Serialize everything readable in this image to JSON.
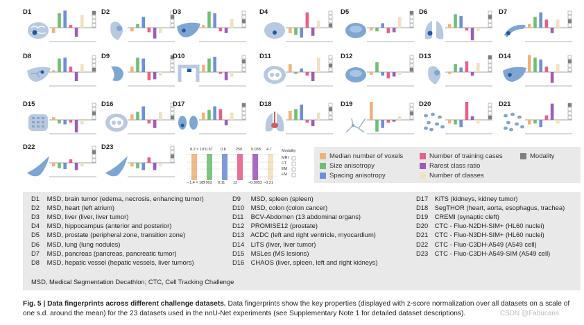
{
  "figure": {
    "datasets_grid": [
      {
        "id": "D1",
        "organ": "brain",
        "v": [
          -0.6,
          1.6,
          1.9,
          0.3,
          -1.0,
          1.4,
          0.9
        ]
      },
      {
        "id": "D2",
        "organ": "heart",
        "v": [
          -0.4,
          0.4,
          1.2,
          -0.5,
          -1.2,
          -0.6,
          0.6
        ]
      },
      {
        "id": "D3",
        "organ": "liver",
        "v": [
          0.3,
          1.8,
          1.6,
          -0.4,
          -0.6,
          1.0,
          0.9
        ]
      },
      {
        "id": "D4",
        "organ": "hippocampus",
        "v": [
          -0.6,
          -0.8,
          -1.1,
          1.7,
          -0.9,
          0.8,
          0.5
        ]
      },
      {
        "id": "D5",
        "organ": "prostate",
        "v": [
          -0.3,
          -0.4,
          0.5,
          -0.6,
          -0.5,
          1.2,
          0.7
        ]
      },
      {
        "id": "D6",
        "organ": "lung",
        "v": [
          0.4,
          1.5,
          1.3,
          -0.3,
          -1.4,
          -0.4,
          0.4
        ]
      },
      {
        "id": "D7",
        "organ": "pancreas",
        "v": [
          0.4,
          1.2,
          1.7,
          0.9,
          -0.6,
          0.9,
          0.7
        ]
      },
      {
        "id": "D8",
        "organ": "hepatic-vessel",
        "v": [
          0.2,
          1.5,
          1.6,
          0.6,
          -1.0,
          0.9,
          0.7
        ]
      },
      {
        "id": "D9",
        "organ": "spleen",
        "v": [
          0.6,
          1.6,
          1.5,
          -0.9,
          -0.8,
          -0.4,
          0.4
        ]
      },
      {
        "id": "D10",
        "organ": "colon",
        "v": [
          0.8,
          1.5,
          1.7,
          -0.2,
          -0.9,
          -0.5,
          0.4
        ]
      },
      {
        "id": "D11",
        "organ": "abdomen",
        "v": [
          0.9,
          -0.2,
          0.4,
          -0.4,
          -1.0,
          1.6,
          1.8
        ]
      },
      {
        "id": "D12",
        "organ": "prostate2",
        "v": [
          -0.3,
          1.1,
          -0.4,
          -0.7,
          -0.5,
          -0.3,
          0.4
        ]
      },
      {
        "id": "D13",
        "organ": "heart2",
        "v": [
          -0.2,
          0.9,
          0.5,
          1.2,
          -0.4,
          1.0,
          0.8
        ]
      },
      {
        "id": "D14",
        "organ": "liver2",
        "v": [
          1.9,
          1.6,
          1.4,
          0.6,
          -1.2,
          0.9,
          0.7
        ]
      },
      {
        "id": "D15",
        "organ": "ms",
        "v": [
          0.3,
          -0.4,
          -0.5,
          -0.3,
          -1.4,
          -0.5,
          0.4
        ]
      },
      {
        "id": "D16",
        "organ": "chaos",
        "v": [
          0.6,
          0.9,
          1.5,
          -0.4,
          -0.9,
          0.9,
          1.0
        ]
      },
      {
        "id": "D17",
        "organ": "kidney",
        "v": [
          0.8,
          1.1,
          1.5,
          1.2,
          -0.6,
          0.8,
          0.7
        ]
      },
      {
        "id": "D18",
        "organ": "thorax",
        "v": [
          1.0,
          1.2,
          1.7,
          -0.3,
          -0.7,
          0.8,
          0.9
        ]
      },
      {
        "id": "D19",
        "organ": "neuron",
        "v": [
          2.0,
          -1.3,
          -0.9,
          -0.3,
          -0.2,
          0.4,
          0.4
        ]
      },
      {
        "id": "D20",
        "organ": "cells",
        "v": [
          -0.4,
          -0.5,
          -0.8,
          2.0,
          0.4,
          -0.4,
          0.4
        ]
      },
      {
        "id": "D21",
        "organ": "cells2",
        "v": [
          -0.5,
          -0.4,
          -0.8,
          0.5,
          1.8,
          -0.4,
          0.4
        ]
      },
      {
        "id": "D22",
        "organ": "cell-shape",
        "v": [
          -0.4,
          -0.6,
          -0.7,
          0.4,
          -0.8,
          -0.4,
          0.4
        ]
      },
      {
        "id": "D23",
        "organ": "cell-shape2",
        "v": [
          -0.4,
          -0.6,
          -0.8,
          0.6,
          -0.8,
          -0.4,
          0.4
        ]
      }
    ],
    "example": {
      "top_values": [
        "8.2 × 10⁷",
        "0.67",
        "0.8",
        "250",
        "0.038",
        "4.7"
      ],
      "bottom_values": [
        "−1.4 × 10⁶",
        "0.003",
        "0.11",
        "13",
        "−0.0052",
        "−0.21"
      ],
      "modality_title": "Modality",
      "modalities": [
        "MRI",
        "CT",
        "EM",
        "FM"
      ]
    },
    "legend": {
      "items": [
        {
          "label": "Median number of voxels",
          "color": "#f0b27a"
        },
        {
          "label": "Number of training cases",
          "color": "#e8608a"
        },
        {
          "label": "Modality",
          "color": "#7f7f7f"
        },
        {
          "label": "Size anisotropy",
          "color": "#6fbf73"
        },
        {
          "label": "Rarest class ratio",
          "color": "#a05bb8"
        },
        {
          "label": "Spacing anisotropy",
          "color": "#6f8fd6"
        },
        {
          "label": "Number of classes",
          "color": "#efe2c0"
        }
      ]
    },
    "datasets_table": {
      "rows": [
        {
          "id": "D1",
          "desc": "MSD, brain tumor (edema, necrosis, enhancing tumor)"
        },
        {
          "id": "D2",
          "desc": "MSD, heart (left atrium)"
        },
        {
          "id": "D3",
          "desc": "MSD, liver (liver, liver tumor)"
        },
        {
          "id": "D4",
          "desc": "MSD, hippocampus (anterior and posterior)"
        },
        {
          "id": "D5",
          "desc": "MSD, prostate (peripheral zone, transition zone)"
        },
        {
          "id": "D6",
          "desc": "MSD, lung (lung nodules)"
        },
        {
          "id": "D7",
          "desc": "MSD, pancreas (pancreas, pancreatic tumor)"
        },
        {
          "id": "D8",
          "desc": "MSD, hepatic vessel (hepatic vessels, liver tumors)"
        },
        {
          "id": "D9",
          "desc": "MSD, spleen (spleen)"
        },
        {
          "id": "D10",
          "desc": "MSD, colon (colon cancer)"
        },
        {
          "id": "D11",
          "desc": "BCV-Abdomen (13 abdominal organs)"
        },
        {
          "id": "D12",
          "desc": "PROMISE12 (prostate)"
        },
        {
          "id": "D13",
          "desc": "ACDC (left and right ventricle, myocardium)"
        },
        {
          "id": "D14",
          "desc": "LiTS (liver, liver tumor)"
        },
        {
          "id": "D15",
          "desc": "MSLes (MS lesions)"
        },
        {
          "id": "D16",
          "desc": "CHAOS (liver, spleen, left and right kidneys)"
        },
        {
          "id": "D17",
          "desc": "KiTS (kidneys, kidney tumor)"
        },
        {
          "id": "D18",
          "desc": "SegTHOR (heart, aorta, esophagus, trachea)"
        },
        {
          "id": "D19",
          "desc": "CREMI (synaptic cleft)"
        },
        {
          "id": "D20",
          "desc": "CTC - Fluo-N2DH-SIM+ (HL60 nuclei)"
        },
        {
          "id": "D21",
          "desc": "CTC - Fluo-N3DH-SIM+ (HL60 nuclei)"
        },
        {
          "id": "D22",
          "desc": "CTC - Fluo-C3DH-A549 (A549 cell)"
        },
        {
          "id": "D23",
          "desc": "CTC - Fluo-C3DH-A549-SIM (A549 cell)"
        }
      ],
      "abbreviations": "MSD, Medical Segmentation Decathlon; CTC, Cell Tracking Challenge"
    },
    "caption": {
      "bold": "Fig. 5 | Data fingerprints across different challenge datasets.",
      "text": " Data fingerprints show the key properties (displayed with z-score normalization over all datasets on a scale of one s.d. around the mean) for the 23 datasets used in the nnU-Net experiments (see Supplementary Note 1 for detailed dataset descriptions)."
    },
    "watermark": "CSDN @Fabucans",
    "colors": {
      "organ_fill": "#b7c9df",
      "organ_blue": "#7ea6d3",
      "lesion": "#1f5aa6",
      "panel_bg": "#e9e9e9"
    }
  }
}
